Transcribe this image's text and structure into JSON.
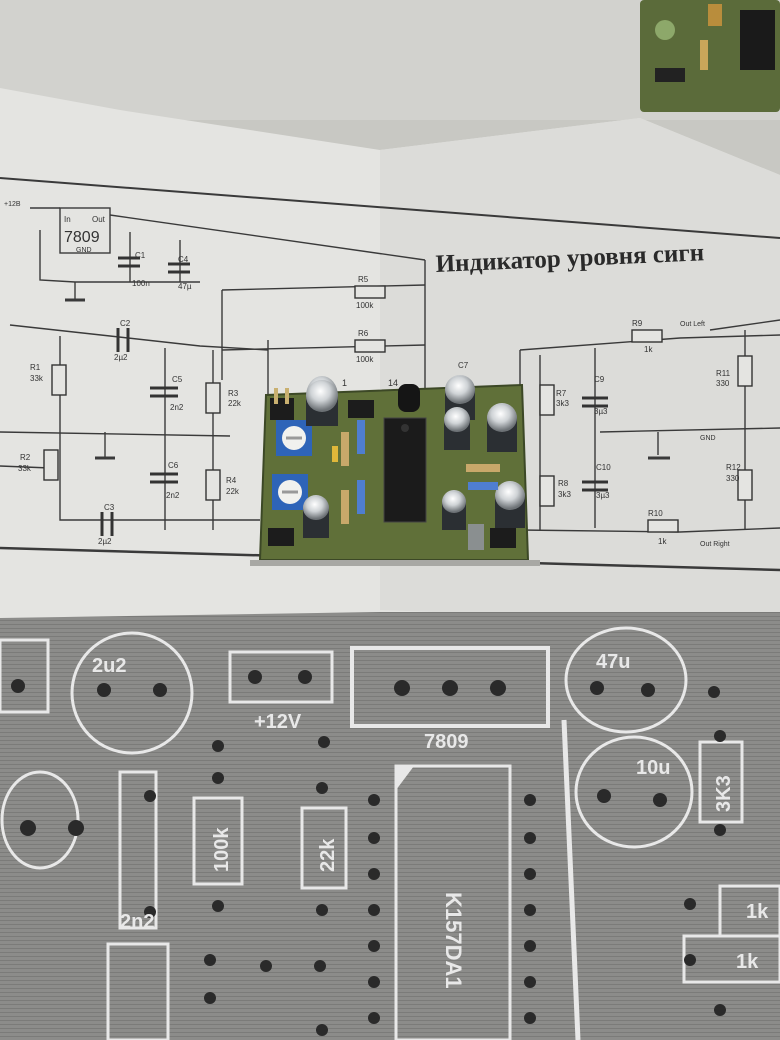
{
  "schematic": {
    "title": "Индикатор уровня сигн",
    "regulator": {
      "label": "7809",
      "pin_in": "In",
      "pin_out": "Out",
      "pin_gnd": "GND"
    },
    "components": [
      {
        "ref": "C1",
        "value": "100n"
      },
      {
        "ref": "C4",
        "value": "47µ"
      },
      {
        "ref": "C2",
        "value": "2µ2"
      },
      {
        "ref": "R1",
        "value": "33k"
      },
      {
        "ref": "C5",
        "value": "2n2"
      },
      {
        "ref": "R3",
        "value": "22k"
      },
      {
        "ref": "R5",
        "value": "100k"
      },
      {
        "ref": "R6",
        "value": "100k"
      },
      {
        "ref": "R2",
        "value": "33k"
      },
      {
        "ref": "C6",
        "value": "2n2"
      },
      {
        "ref": "R4",
        "value": "22k"
      },
      {
        "ref": "C3",
        "value": "2µ2"
      },
      {
        "ref": "C7",
        "value": ""
      },
      {
        "ref": "R7",
        "value": "3k3"
      },
      {
        "ref": "C9",
        "value": "3µ3"
      },
      {
        "ref": "R8",
        "value": "3k3"
      },
      {
        "ref": "C10",
        "value": "3µ3"
      },
      {
        "ref": "R9",
        "value": "1k"
      },
      {
        "ref": "R10",
        "value": "1k"
      },
      {
        "ref": "R11",
        "value": "330"
      },
      {
        "ref": "R12",
        "value": "330"
      }
    ],
    "ic_pins": {
      "left": "1",
      "right": "14"
    },
    "labels": {
      "out_left": "Out Left",
      "out_right": "Out Right",
      "gnd": "GND",
      "v_in": "+12В"
    }
  },
  "pcb_print": {
    "labels": [
      {
        "id": "c-2u2",
        "text": "2u2"
      },
      {
        "id": "v12",
        "text": "+12V"
      },
      {
        "id": "reg",
        "text": "7809"
      },
      {
        "id": "c-47u",
        "text": "47u"
      },
      {
        "id": "c-10u",
        "text": "10u"
      },
      {
        "id": "r-3k3",
        "text": "3K3"
      },
      {
        "id": "r-100k",
        "text": "100k"
      },
      {
        "id": "r-22k",
        "text": "22k"
      },
      {
        "id": "c-2n2",
        "text": "2n2"
      },
      {
        "id": "ic",
        "text": "K157DA1"
      },
      {
        "id": "r-1k",
        "text": "1k"
      },
      {
        "id": "r-1k-b",
        "text": "1k"
      }
    ]
  },
  "colors": {
    "paper": "#e4e4e1",
    "board": "#5f6e3c",
    "pcb_print_bg": "#8a8a88",
    "ink": "#333333"
  }
}
